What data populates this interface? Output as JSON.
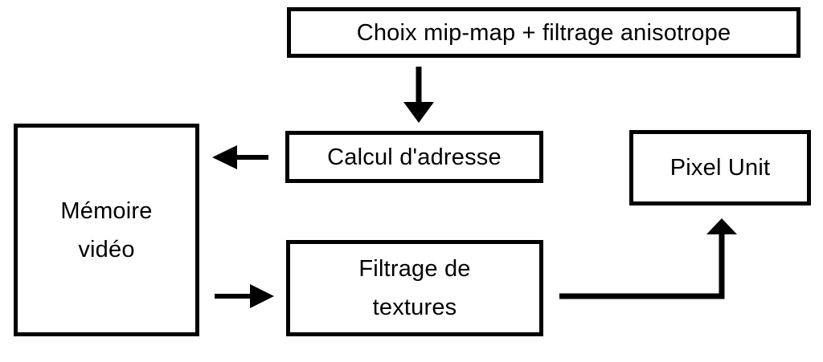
{
  "diagram": {
    "title": "Texture pipeline flow diagram",
    "colors": {
      "background": "#ffffff",
      "box_border": "#000000",
      "box_fill": "#ffffff",
      "arrow": "#000000",
      "text": "#000000"
    },
    "nodes": {
      "choix": {
        "label": "Choix mip-map + filtrage anisotrope"
      },
      "calcul": {
        "label": "Calcul d'adresse"
      },
      "memoire": {
        "lines": [
          "Mémoire",
          "vidéo"
        ]
      },
      "filtrage": {
        "lines": [
          "Filtrage de",
          "textures"
        ]
      },
      "pixel": {
        "label": "Pixel Unit"
      }
    },
    "edges": [
      {
        "from": "choix",
        "to": "calcul",
        "direction": "down"
      },
      {
        "from": "calcul",
        "to": "memoire",
        "direction": "left"
      },
      {
        "from": "memoire",
        "to": "filtrage",
        "direction": "right"
      },
      {
        "from": "filtrage",
        "to": "pixel",
        "direction": "right-then-up"
      }
    ]
  }
}
